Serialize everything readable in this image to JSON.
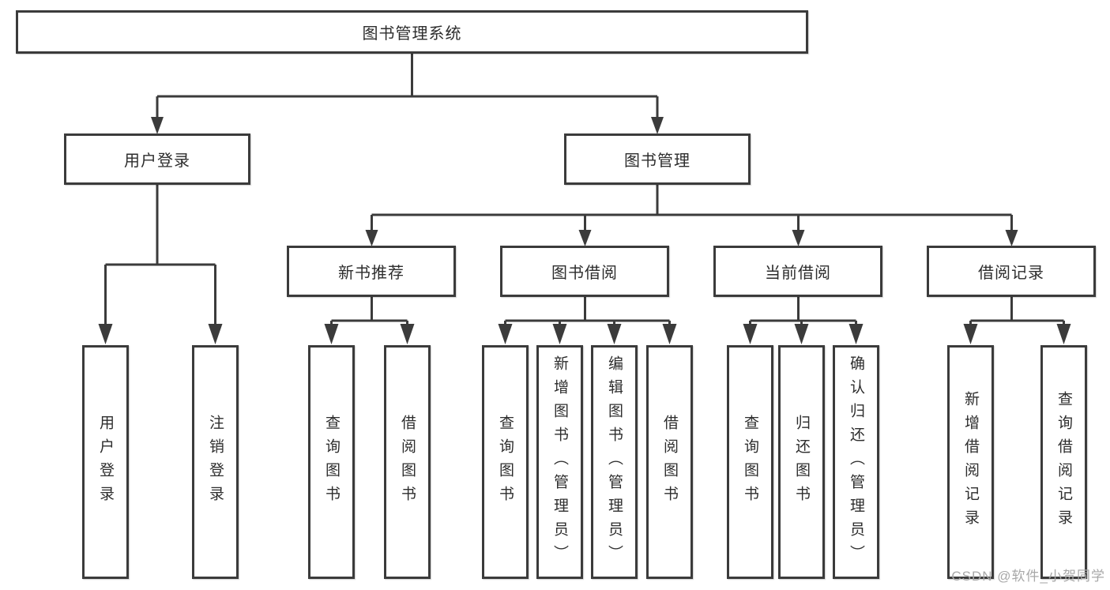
{
  "root": {
    "label": "图书管理系统"
  },
  "login": {
    "label": "用户登录",
    "leaves": [
      {
        "label": "用户登录"
      },
      {
        "label": "注销登录"
      }
    ]
  },
  "management": {
    "label": "图书管理",
    "sections": [
      {
        "label": "新书推荐",
        "leaves": [
          {
            "label": "查询图书"
          },
          {
            "label": "借阅图书"
          }
        ]
      },
      {
        "label": "图书借阅",
        "leaves": [
          {
            "label": "查询图书"
          },
          {
            "label": "新增图书（管理员）"
          },
          {
            "label": "编辑图书（管理员）"
          },
          {
            "label": "借阅图书"
          }
        ]
      },
      {
        "label": "当前借阅",
        "leaves": [
          {
            "label": "查询图书"
          },
          {
            "label": "归还图书"
          },
          {
            "label": "确认归还（管理员）"
          }
        ]
      },
      {
        "label": "借阅记录",
        "leaves": [
          {
            "label": "新增借阅记录"
          },
          {
            "label": "查询借阅记录"
          }
        ]
      }
    ]
  },
  "watermark": {
    "text": "CSDN @软件_小贺同学"
  },
  "colors": {
    "line": "#3b3b3b",
    "text": "#2d2d2d",
    "watermark": "#a8a8a8",
    "background": "#ffffff"
  }
}
